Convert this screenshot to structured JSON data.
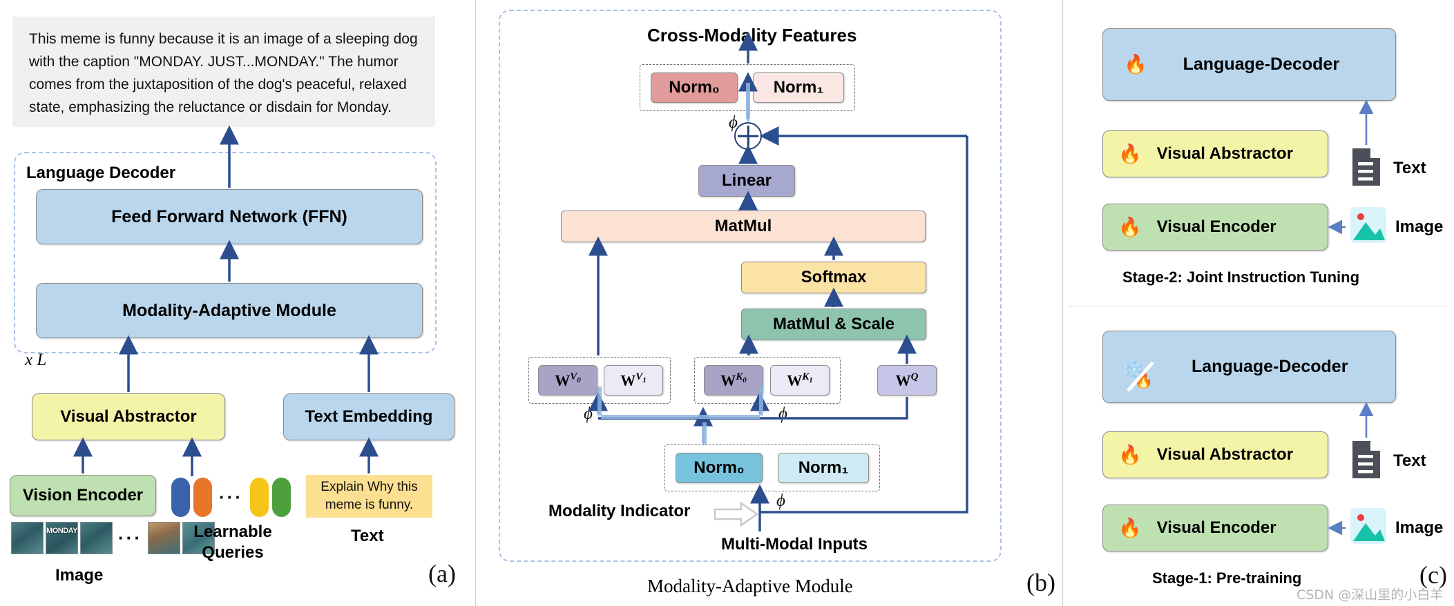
{
  "figure": {
    "panel_labels": {
      "a": "(a)",
      "b": "(b)",
      "c": "(c)"
    },
    "watermark": "CSDN @深山里的小白羊"
  },
  "panel_a": {
    "response_text": "This meme is funny because it is an image of a sleeping dog with the caption \"MONDAY. JUST...MONDAY.\" The humor comes from the juxtaposition of the dog's peaceful, relaxed state, emphasizing the reluctance or disdain for Monday.",
    "decoder_title": "Language Decoder",
    "repeat_label": "x L",
    "ffn": "Feed Forward Network (FFN)",
    "mam": "Modality-Adaptive Module",
    "visual_abstractor": "Visual Abstractor",
    "text_embedding": "Text Embedding",
    "vision_encoder": "Vision Encoder",
    "prompt": "Explain Why this meme is funny.",
    "caption_image": "Image",
    "caption_queries": "Learnable Queries",
    "caption_text": "Text",
    "thumb_caption": "MONDAY",
    "ellipsis": "···",
    "query_colors": [
      "#3a63ab",
      "#e8752a",
      "#f5c518",
      "#4e9f3d"
    ]
  },
  "panel_b": {
    "title_top": "Cross-Modality Features",
    "caption": "Modality-Adaptive Module",
    "norm_top": [
      "Norm₀",
      "Norm₁"
    ],
    "norm_bottom": [
      "Norm₀",
      "Norm₁"
    ],
    "linear": "Linear",
    "matmul": "MatMul",
    "softmax": "Softmax",
    "matmul_scale": "MatMul & Scale",
    "weights_v": [
      "W",
      "W"
    ],
    "weights_v_sup": [
      "V₀",
      "V₁"
    ],
    "weights_k_sup": [
      "K₀",
      "K₁"
    ],
    "weight_q_sup": "Q",
    "modality_indicator": "Modality Indicator",
    "multimodal_inputs": "Multi-Modal Inputs",
    "phi": "ϕ",
    "colors": {
      "norm0_top": "#e19b9b",
      "norm1_top": "#fae7e4",
      "norm0_bottom": "#77c3de",
      "norm1_bottom": "#cfeaf5",
      "linear": "#a7a8d0",
      "matmul": "#fbe2d3",
      "softmax": "#fbe3a6",
      "matmul_scale": "#8ec4ae",
      "w_dark": "#a7a4c6",
      "w_light": "#eceaf6",
      "wq": "#c6c6e8"
    }
  },
  "panel_c": {
    "stage2": {
      "caption": "Stage-2: Joint Instruction Tuning",
      "rows": [
        {
          "label": "Language-Decoder",
          "icon": "fire-icon",
          "state": "trainable"
        },
        {
          "label": "Visual Abstractor",
          "icon": "fire-icon",
          "state": "trainable"
        },
        {
          "label": "Visual Encoder",
          "icon": "fire-icon",
          "state": "trainable"
        }
      ],
      "text_label": "Text",
      "image_label": "Image"
    },
    "stage1": {
      "caption": "Stage-1: Pre-training",
      "rows": [
        {
          "label": "Language-Decoder",
          "icon": "snowflake-fire-icon",
          "state": "frozen"
        },
        {
          "label": "Visual Abstractor",
          "icon": "fire-icon",
          "state": "trainable"
        },
        {
          "label": "Visual Encoder",
          "icon": "fire-icon",
          "state": "trainable"
        }
      ],
      "text_label": "Text",
      "image_label": "Image"
    },
    "colors": {
      "decoder": "#bad6ec",
      "abstractor": "#f4f4a8",
      "encoder": "#bfe0b0"
    }
  }
}
